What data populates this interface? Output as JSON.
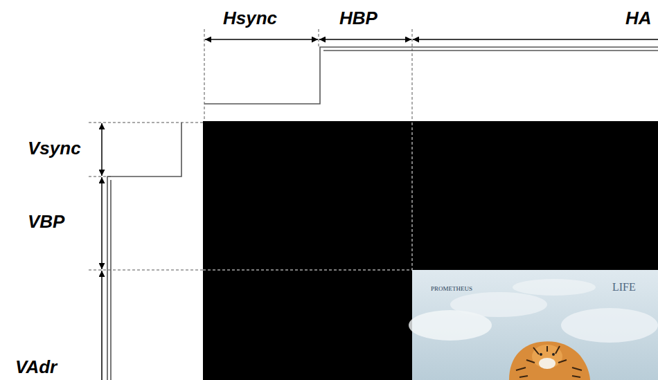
{
  "diagram": {
    "labels": [
      "Hsync",
      "HBP",
      "HA",
      "Vsync",
      "VBP",
      "VAdr",
      "PROMETHEUS",
      "LIFE"
    ]
  }
}
